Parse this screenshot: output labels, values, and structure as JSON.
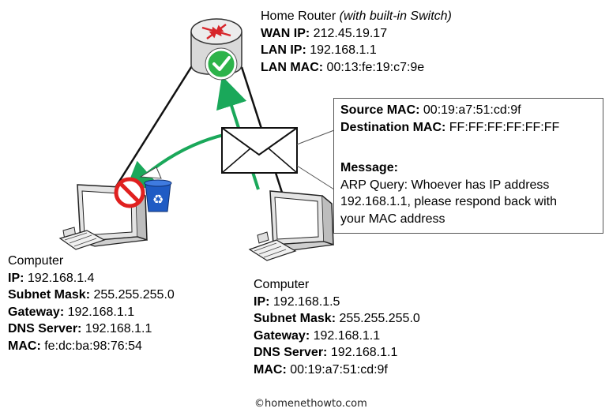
{
  "router": {
    "title": "Home Router",
    "title_note": "(with built-in Switch)",
    "wan_label": "WAN IP:",
    "wan_value": "212.45.19.17",
    "lan_ip_label": "LAN IP:",
    "lan_ip_value": "192.168.1.1",
    "lan_mac_label": "LAN MAC:",
    "lan_mac_value": "00:13:fe:19:c7:9e"
  },
  "frame": {
    "source_mac_label": "Source MAC:",
    "source_mac_value": "00:19:a7:51:cd:9f",
    "dest_mac_label": "Destination MAC:",
    "dest_mac_value": "FF:FF:FF:FF:FF:FF",
    "message_label": "Message:",
    "message_lines": [
      "ARP Query: Whoever has IP address",
      "192.168.1.1, please respond back with",
      "your MAC address"
    ]
  },
  "computer_left": {
    "title": "Computer",
    "ip_label": "IP:",
    "ip_value": "192.168.1.4",
    "mask_label": "Subnet Mask:",
    "mask_value": "255.255.255.0",
    "gw_label": "Gateway:",
    "gw_value": "192.168.1.1",
    "dns_label": "DNS Server:",
    "dns_value": "192.168.1.1",
    "mac_label": "MAC:",
    "mac_value": "fe:dc:ba:98:76:54"
  },
  "computer_right": {
    "title": "Computer",
    "ip_label": "IP:",
    "ip_value": "192.168.1.5",
    "mask_label": "Subnet Mask:",
    "mask_value": "255.255.255.0",
    "gw_label": "Gateway:",
    "gw_value": "192.168.1.1",
    "dns_label": "DNS Server:",
    "dns_value": "192.168.1.1",
    "mac_label": "MAC:",
    "mac_value": "00:19:a7:51:cd:9f"
  },
  "footer": "©homenethowto.com",
  "colors": {
    "arrow": "#1aa85a",
    "check": "#2db34a",
    "router_arrows": "#d7262b",
    "prohibit": "#e0201f"
  },
  "icons": [
    "router-icon",
    "checkmark-icon",
    "envelope-icon",
    "computer-icon",
    "prohibited-icon",
    "recycle-bin-icon"
  ]
}
